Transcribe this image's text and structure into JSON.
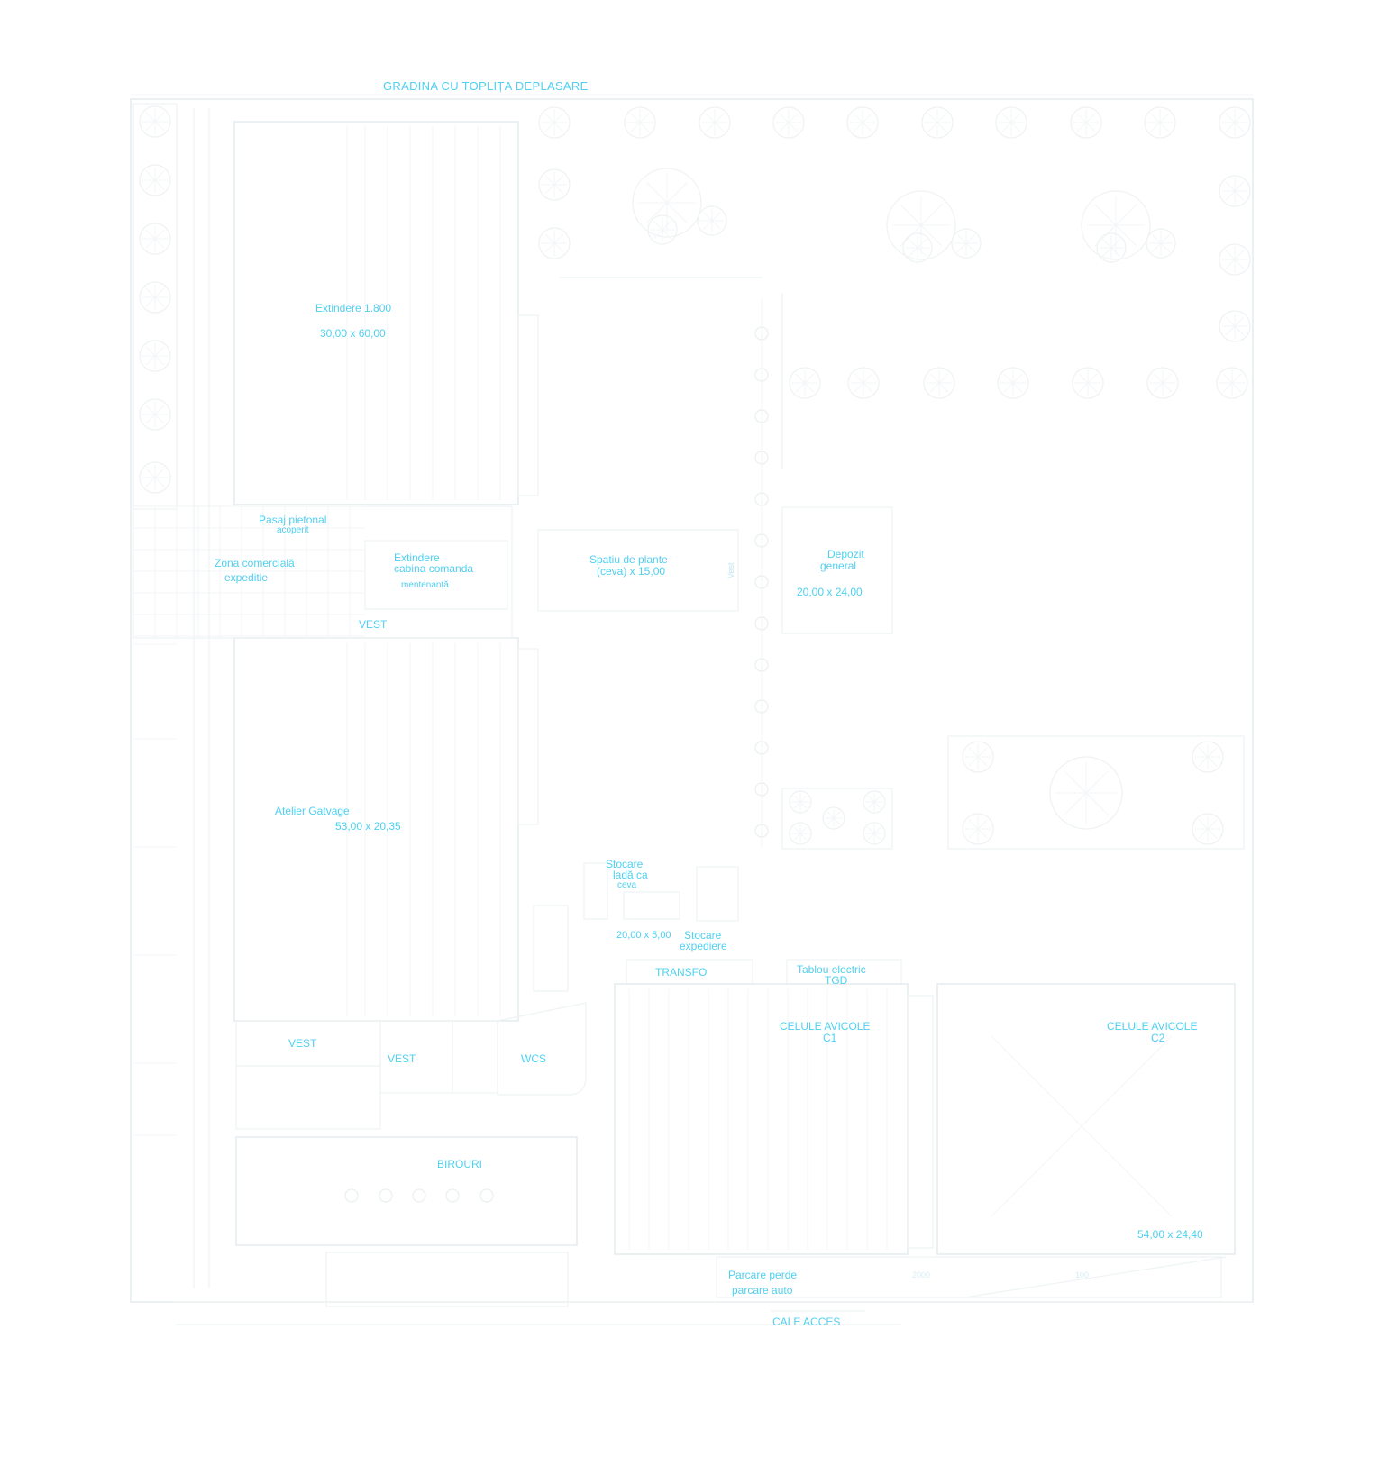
{
  "plan": {
    "title": "GRADINA CU TOPLIȚA DEPLASARE",
    "rooms": [
      {
        "id": "extindere",
        "name": "Extindere 1.800",
        "dims": "30,00 x 60,00"
      },
      {
        "id": "pasaj",
        "name": "Pasaj pietonal",
        "sub": "acoperit"
      },
      {
        "id": "zona",
        "name": "Zona comercială",
        "sub": "expeditie"
      },
      {
        "id": "extindere-cabina",
        "name": "Extindere",
        "sub": "cabina comanda",
        "extra": "mentenanță"
      },
      {
        "id": "vest-1",
        "name": "VEST"
      },
      {
        "id": "spatiu-plante",
        "name": "Spatiu de plante",
        "sub": "(ceva) x 15,00"
      },
      {
        "id": "depozit",
        "name": "Depozit",
        "sub": "general",
        "dims": "20,00 x 24,00"
      },
      {
        "id": "atelier",
        "name": "Atelier Gatvage",
        "dims": "53,00 x 20,35"
      },
      {
        "id": "vest-2",
        "name": "VEST"
      },
      {
        "id": "vest-3",
        "name": "VEST"
      },
      {
        "id": "wcs",
        "name": "WCS"
      },
      {
        "id": "birou",
        "name": "BIROURI"
      },
      {
        "id": "stocare",
        "name": "Stocare",
        "sub": "ladă ca",
        "extra": "ceva"
      },
      {
        "id": "stocare-exp",
        "name": "Stocare",
        "sub": "expediere",
        "dims": "20,00 x 5,00"
      },
      {
        "id": "transfo",
        "name": "TRANSFO"
      },
      {
        "id": "tablou",
        "name": "Tablou electric",
        "sub": "TGD"
      },
      {
        "id": "celula-1",
        "name": "CELULE AVICOLE",
        "sub": "C1"
      },
      {
        "id": "celula-2",
        "name": "CELULE AVICOLE",
        "sub": "C2",
        "dims": "54,00 x 24,40"
      },
      {
        "id": "parcare",
        "name": "Parcare perde",
        "sub": "parcare auto"
      },
      {
        "id": "cale",
        "name": "CALE ACCES"
      }
    ],
    "small_marks": [
      "Vest",
      "2000",
      "100"
    ]
  }
}
